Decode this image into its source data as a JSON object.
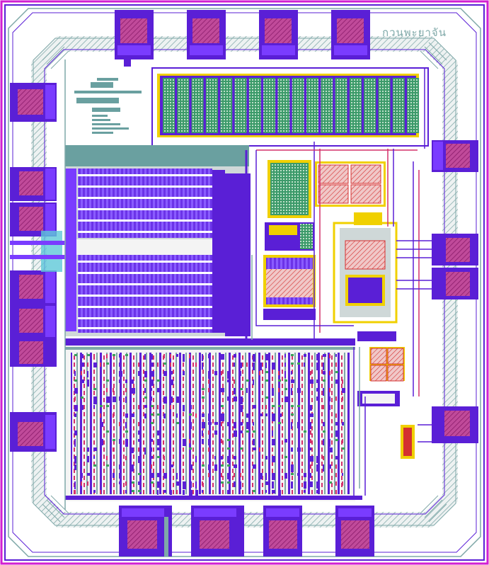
{
  "logo": {
    "text": "กวนพะยาจัน"
  },
  "colors": {
    "background": "#ffffff",
    "metal1": "#5a1fd6",
    "metal2": "#7a3cff",
    "poly": "#d4306a",
    "diffusion": "#3aa05a",
    "magenta_ring": "#d21fd2",
    "pad_fill": "#b0288a",
    "yellow": "#f0d000",
    "gray_fill": "#cfd8d8",
    "hatch": "#6aa0a0"
  },
  "pads": {
    "top": [
      "pad",
      "pad",
      "pad",
      "pad"
    ],
    "bottom": [
      "pad",
      "pad",
      "pad",
      "pad"
    ],
    "left": [
      "pad",
      "pad",
      "pad",
      "pad",
      "pad",
      "pad",
      "pad"
    ],
    "right": [
      "pad",
      "pad",
      "pad",
      "pad"
    ]
  }
}
